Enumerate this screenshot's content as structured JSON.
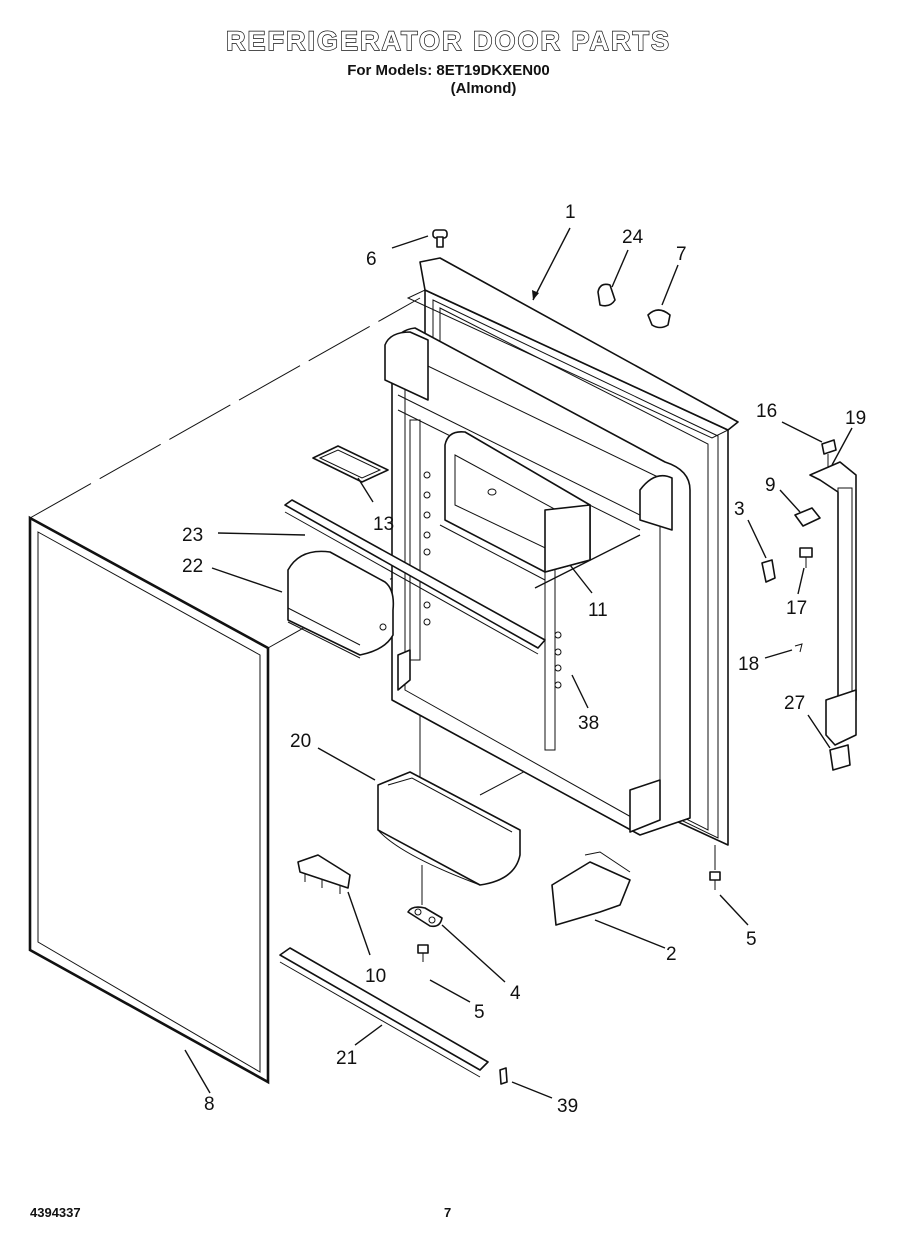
{
  "header": {
    "title": "REFRIGERATOR DOOR PARTS",
    "models_line": "For Models: 8ET19DKXEN00",
    "color_line": "(Almond)"
  },
  "footer": {
    "doc_number": "4394337",
    "page_number": "7"
  },
  "callouts": [
    {
      "id": "c1",
      "label": "1"
    },
    {
      "id": "c24",
      "label": "24"
    },
    {
      "id": "c7",
      "label": "7"
    },
    {
      "id": "c6",
      "label": "6"
    },
    {
      "id": "c16",
      "label": "16"
    },
    {
      "id": "c19",
      "label": "19"
    },
    {
      "id": "c9",
      "label": "9"
    },
    {
      "id": "c3",
      "label": "3"
    },
    {
      "id": "c13",
      "label": "13"
    },
    {
      "id": "c23",
      "label": "23"
    },
    {
      "id": "c22",
      "label": "22"
    },
    {
      "id": "c11",
      "label": "11"
    },
    {
      "id": "c17",
      "label": "17"
    },
    {
      "id": "c18",
      "label": "18"
    },
    {
      "id": "c38",
      "label": "38"
    },
    {
      "id": "c27",
      "label": "27"
    },
    {
      "id": "c20",
      "label": "20"
    },
    {
      "id": "c2",
      "label": "2"
    },
    {
      "id": "c5a",
      "label": "5"
    },
    {
      "id": "c10",
      "label": "10"
    },
    {
      "id": "c4",
      "label": "4"
    },
    {
      "id": "c5b",
      "label": "5"
    },
    {
      "id": "c21",
      "label": "21"
    },
    {
      "id": "c8",
      "label": "8"
    },
    {
      "id": "c39",
      "label": "39"
    }
  ]
}
